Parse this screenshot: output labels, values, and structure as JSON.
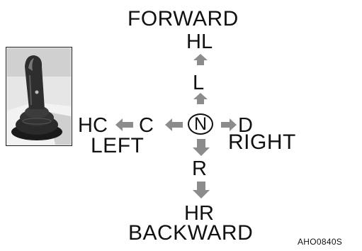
{
  "labels": {
    "forward": "FORWARD",
    "hl": "HL",
    "l": "L",
    "neutral": "N",
    "hc": "HC",
    "c": "C",
    "d": "D",
    "left": "LEFT",
    "right": "RIGHT",
    "r": "R",
    "hr": "HR",
    "backward": "BACKWARD",
    "figure_code": "AHO0840S"
  },
  "icons": {
    "arrows": "gray-arrow-icon",
    "photo": "joystick-photo"
  },
  "colors": {
    "text": "#111111",
    "arrow": "#8c8c8c",
    "background": "#ffffff"
  }
}
